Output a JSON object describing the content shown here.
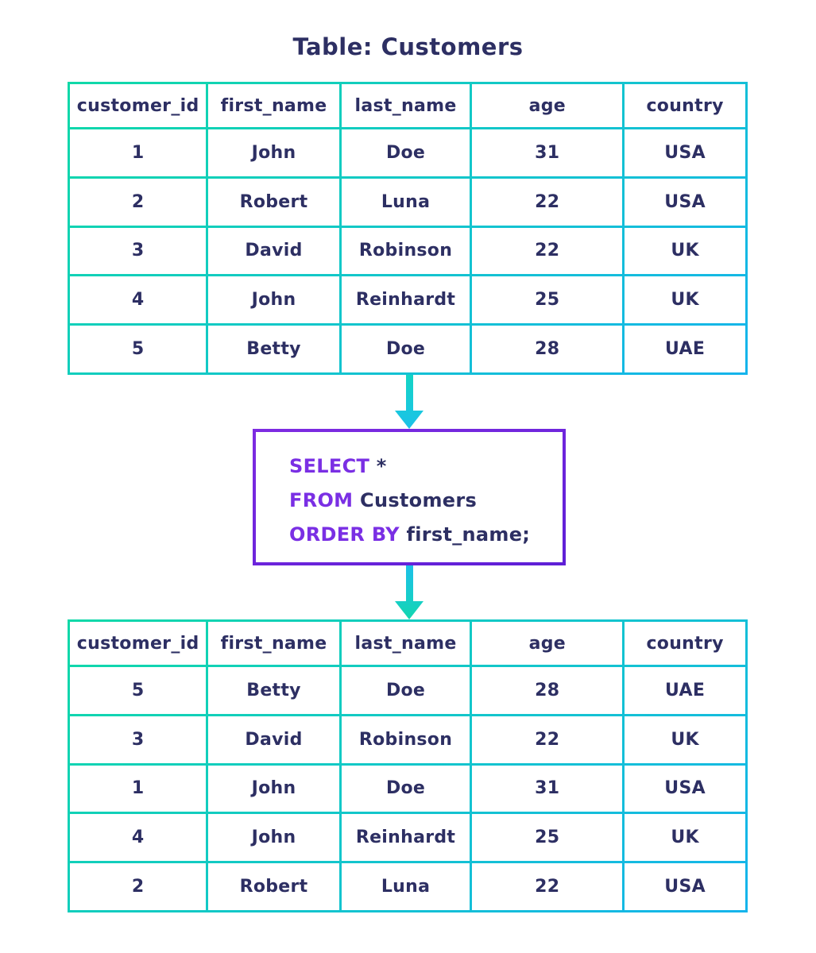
{
  "title": "Table: Customers",
  "colors": {
    "navy_text": "#2d2f63",
    "keyword_purple": "#7a2fe4",
    "table_border_gradient_start": "#10d9a8",
    "table_border_gradient_end": "#15b4ec",
    "query_box_border_gradient_start": "#7e2be2",
    "query_box_border_gradient_end": "#5e1fd6",
    "arrow_teal": "#14d4c4",
    "arrow_cyan": "#1cc0e8",
    "background": "#ffffff"
  },
  "source_table": {
    "columns": [
      "customer_id",
      "first_name",
      "last_name",
      "age",
      "country"
    ],
    "rows": [
      [
        "1",
        "John",
        "Doe",
        "31",
        "USA"
      ],
      [
        "2",
        "Robert",
        "Luna",
        "22",
        "USA"
      ],
      [
        "3",
        "David",
        "Robinson",
        "22",
        "UK"
      ],
      [
        "4",
        "John",
        "Reinhardt",
        "25",
        "UK"
      ],
      [
        "5",
        "Betty",
        "Doe",
        "28",
        "UAE"
      ]
    ]
  },
  "query": {
    "lines": [
      {
        "segments": [
          {
            "text": "SELECT",
            "type": "keyword"
          },
          {
            "text": " *",
            "type": "plain"
          }
        ]
      },
      {
        "segments": [
          {
            "text": "FROM",
            "type": "keyword"
          },
          {
            "text": " Customers",
            "type": "plain"
          }
        ]
      },
      {
        "segments": [
          {
            "text": "ORDER BY",
            "type": "keyword"
          },
          {
            "text": " first_name;",
            "type": "plain"
          }
        ]
      }
    ]
  },
  "result_table": {
    "columns": [
      "customer_id",
      "first_name",
      "last_name",
      "age",
      "country"
    ],
    "rows": [
      [
        "5",
        "Betty",
        "Doe",
        "28",
        "UAE"
      ],
      [
        "3",
        "David",
        "Robinson",
        "22",
        "UK"
      ],
      [
        "1",
        "John",
        "Doe",
        "31",
        "USA"
      ],
      [
        "4",
        "John",
        "Reinhardt",
        "25",
        "UK"
      ],
      [
        "2",
        "Robert",
        "Luna",
        "22",
        "USA"
      ]
    ]
  }
}
